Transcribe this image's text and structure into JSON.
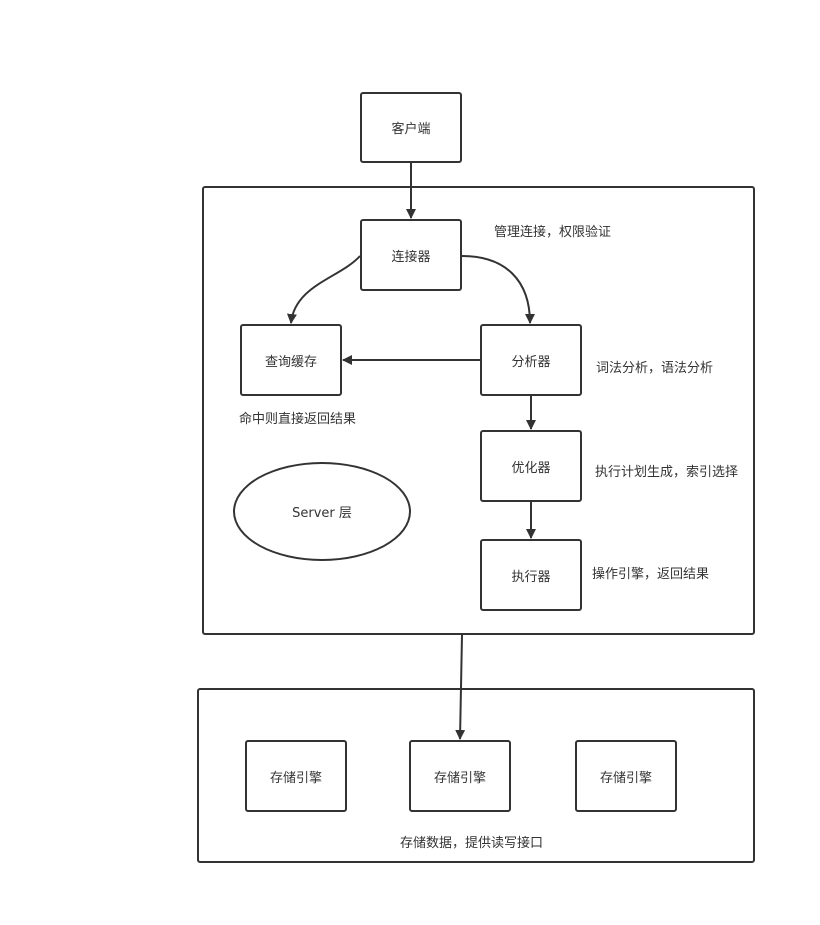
{
  "nodes": {
    "client": "客户端",
    "connector": "连接器",
    "query_cache": "查询缓存",
    "analyzer": "分析器",
    "optimizer": "优化器",
    "executor": "执行器",
    "server_layer": "Server 层",
    "engines": [
      "存储引擎",
      "存储引擎",
      "存储引擎"
    ]
  },
  "notes": {
    "connector": "管理连接，权限验证",
    "analyzer": "词法分析，语法分析",
    "cache": "命中则直接返回结果",
    "optimizer": "执行计划生成，索引选择",
    "executor": "操作引擎，返回结果",
    "storage": "存储数据，提供读写接口"
  },
  "colors": {
    "stroke": "#333333",
    "background": "#ffffff"
  }
}
